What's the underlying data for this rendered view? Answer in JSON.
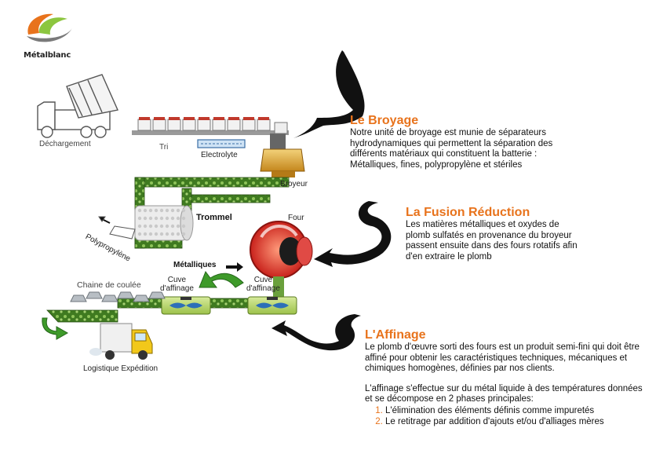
{
  "logo": {
    "name": "Métalblanc"
  },
  "diagram": {
    "labels": {
      "dechargement": "Déchargement",
      "tri": "Tri",
      "electrolyte": "Electrolyte",
      "broyeur": "Broyeur",
      "trommel": "Trommel",
      "four": "Four",
      "polypropylene": "Polypropylène",
      "metalliques": "Métalliques",
      "chaine": "Chaine de coulée",
      "cuve1": "Cuve\nd'affinage",
      "cuve2": "Cuve\nd'affinage",
      "logistique": "Logistique Expédition"
    }
  },
  "sections": {
    "broyage": {
      "title": "Le Broyage",
      "body": "Notre unité de broyage est munie de séparateurs hydrodynamiques qui permettent la séparation des différents matériaux qui constituent la batterie  : Métalliques, fines, polypropylène et stériles"
    },
    "fusion": {
      "title": "La Fusion Réduction",
      "body": "Les matières métalliques et oxydes de plomb sulfatés en provenance du broyeur passent ensuite dans des fours rotatifs afin d'en extraire le plomb"
    },
    "affinage": {
      "title": "L'Affinage",
      "body1": "Le plomb d'œuvre sorti des fours est un produit semi-fini qui doit être affiné pour obtenir les caractéristiques techniques, mécaniques et chimiques homogènes, définies par nos clients.",
      "body2": "L'affinage s'effectue sur du métal liquide à des températures données et se décompose en 2 phases principales:",
      "phases": [
        "L'élimination des éléments définis comme impuretés",
        "Le retitrage par addition d'ajouts et/ou d'alliages mères"
      ]
    }
  },
  "colors": {
    "accent": "#e8731c",
    "conveyor": "#4f8a2b",
    "furnace": "#d8312a",
    "tank": "#b7d56a",
    "crusher": "#d9a430"
  }
}
